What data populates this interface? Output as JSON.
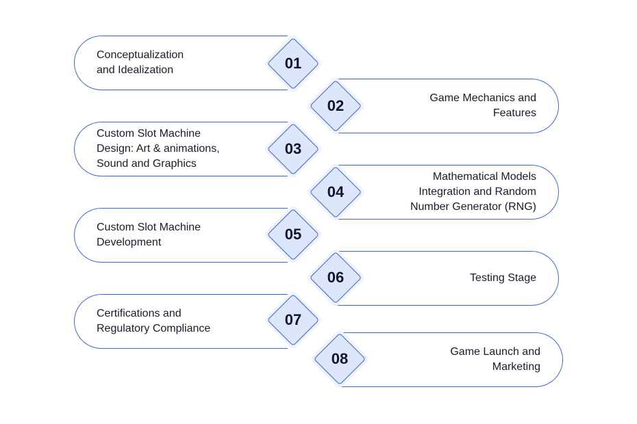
{
  "steps": [
    {
      "number": "01",
      "label": "Conceptualization\nand Idealization",
      "side": "left"
    },
    {
      "number": "02",
      "label": "Game Mechanics and\nFeatures",
      "side": "right"
    },
    {
      "number": "03",
      "label": "Custom Slot Machine\nDesign: Art & animations,\nSound and Graphics",
      "side": "left"
    },
    {
      "number": "04",
      "label": "Mathematical Models\nIntegration and Random\nNumber Generator (RNG)",
      "side": "right"
    },
    {
      "number": "05",
      "label": "Custom Slot Machine\nDevelopment",
      "side": "left"
    },
    {
      "number": "06",
      "label": "Testing Stage",
      "side": "right"
    },
    {
      "number": "07",
      "label": "Certifications and\nRegulatory Compliance",
      "side": "left"
    },
    {
      "number": "08",
      "label": "Game Launch and\nMarketing",
      "side": "right"
    }
  ],
  "colors": {
    "outline": "#3b66d6",
    "diamond_fill": "#dde6fb",
    "text": "#1a1a2e"
  }
}
